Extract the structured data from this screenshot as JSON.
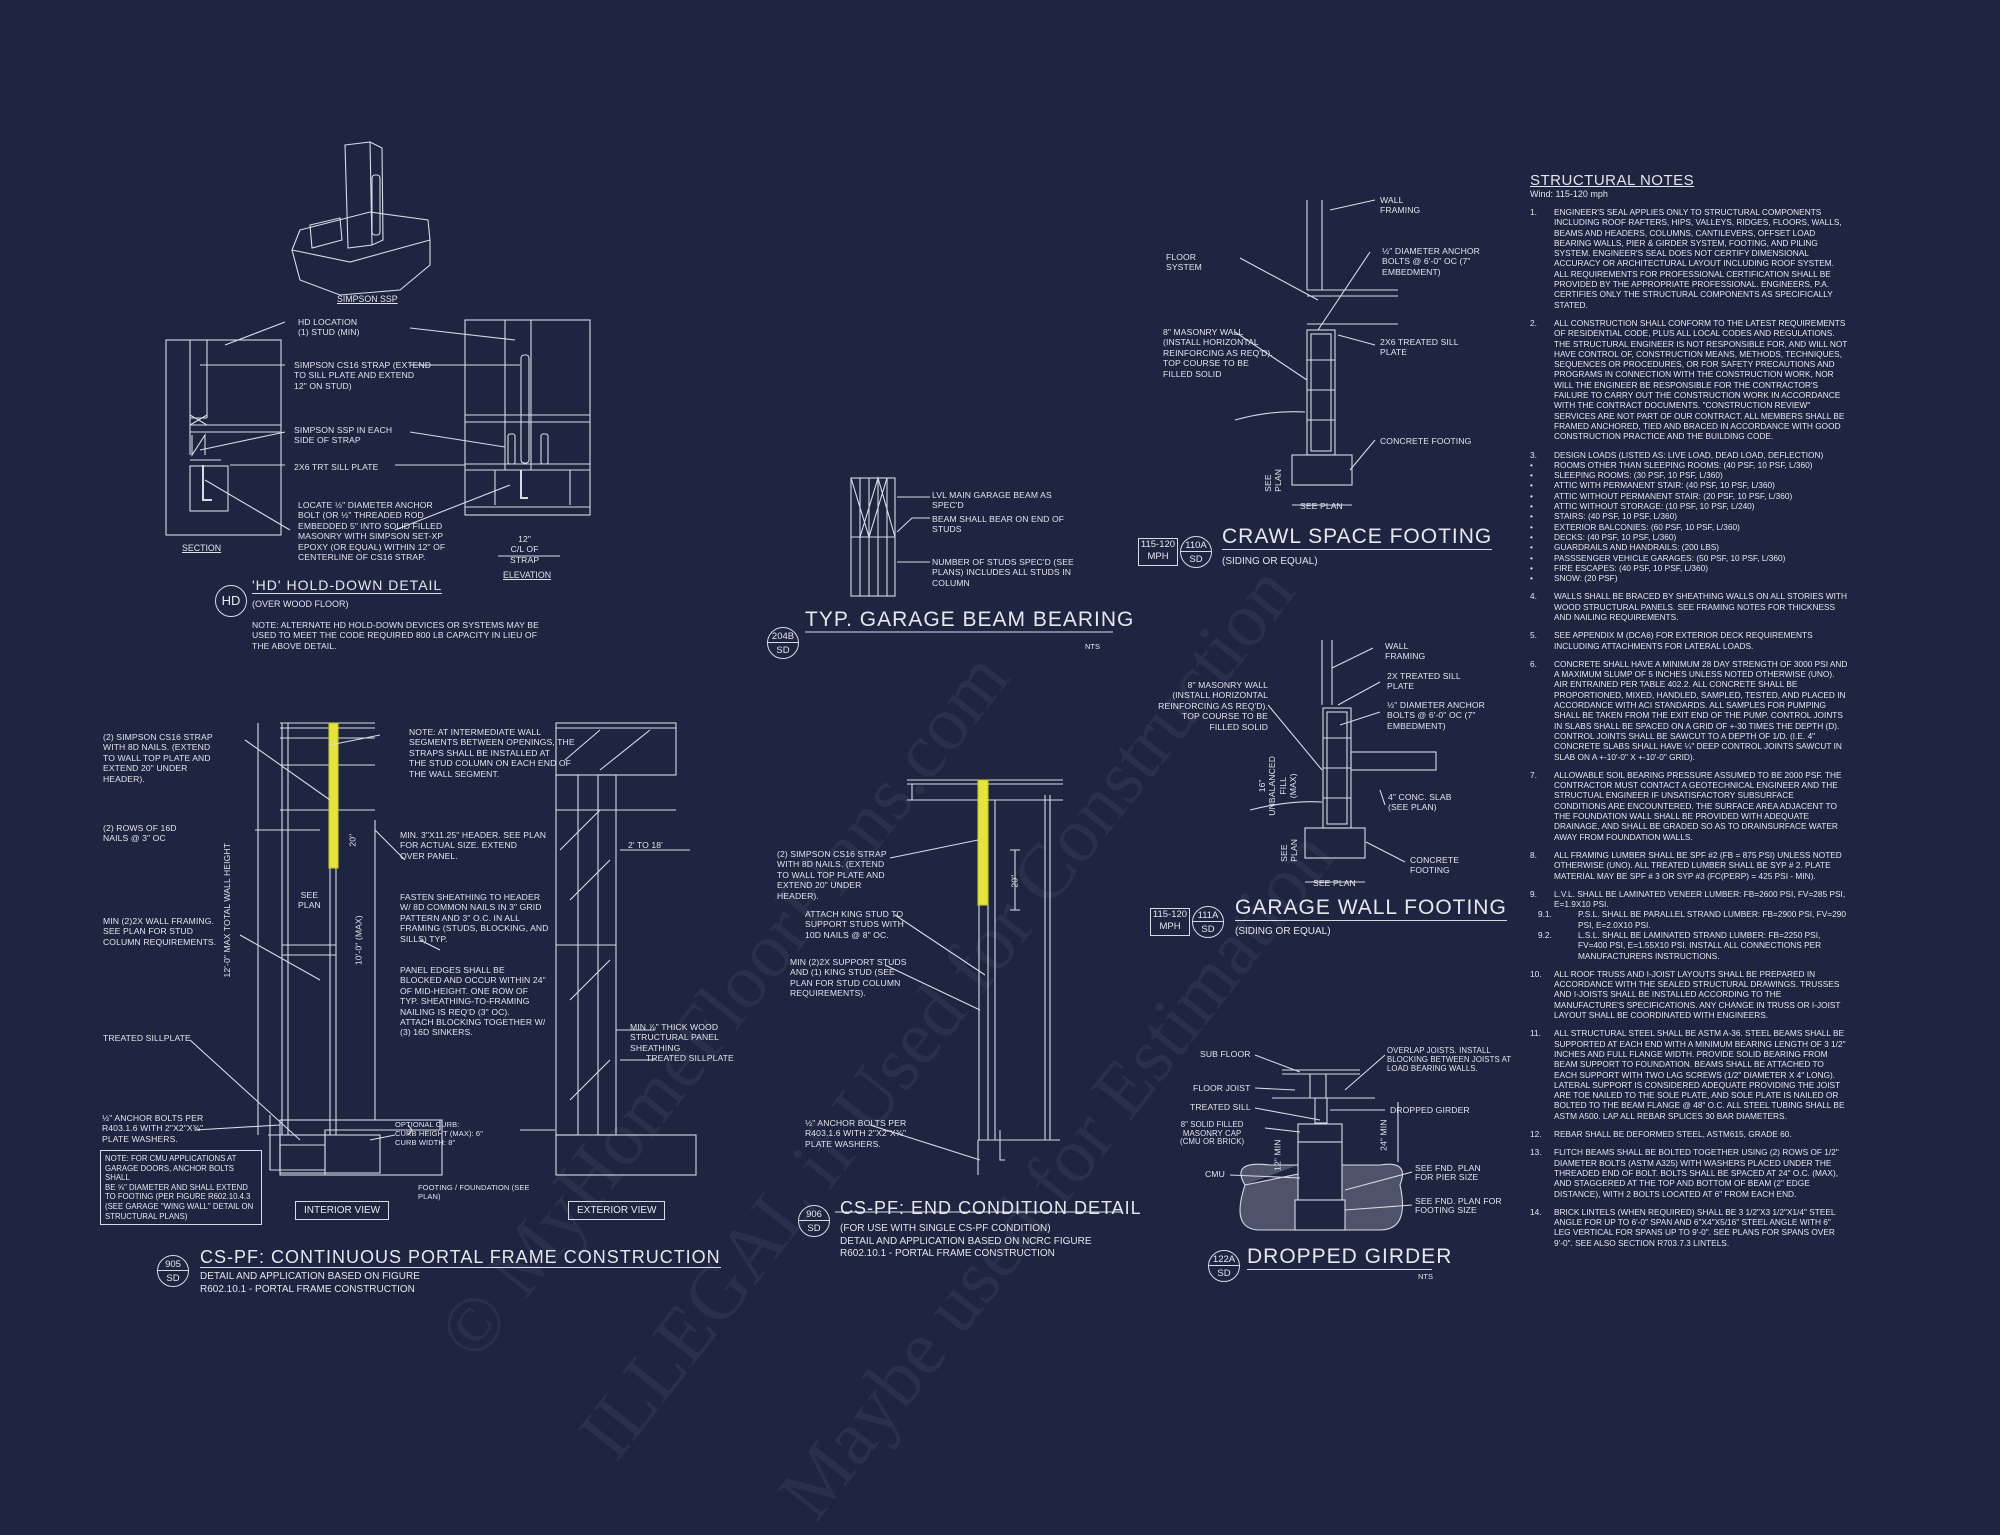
{
  "colors": {
    "background": "#1f2440",
    "linework": "#d8dbe6",
    "strap_highlight": "#e4e43c"
  },
  "watermark": [
    "© MyHomeFloorPlans.com",
    "ILLEGAL if Used for Construction",
    "Maybe used for Estimation"
  ],
  "hd": {
    "ssp_caption": "SIMPSON SSP",
    "labels": [
      "HD LOCATION\n(1) STUD (MIN)",
      "SIMPSON CS16 STRAP (EXTEND\nTO SILL PLATE AND EXTEND\n12\" ON STUD)",
      "SIMPSON SSP IN EACH\nSIDE OF STRAP",
      "2x6 TRT SILL PLATE",
      "LOCATE ½\" DIAMETER ANCHOR\nBOLT (OR ½\" THREADED ROD\nEMBEDDED 5\" INTO SOLID FILLED\nMASONRY WITH SIMPSON SET-XP\nEPOXY (OR EQUAL) WITHIN 12\" OF\nCENTERLINE OF CS16 STRAP.",
      "12\"\nC/L OF\nSTRAP"
    ],
    "section_caption": "SECTION",
    "elevation_caption": "ELEVATION",
    "bubble": "HD",
    "title": "'HD' HOLD-DOWN DETAIL",
    "subtitle": "(OVER WOOD FLOOR)",
    "note": "NOTE: ALTERNATE HD HOLD-DOWN DEVICES OR SYSTEMS MAY BE\nUSED TO MEET THE CODE REQUIRED 800 LB CAPACITY IN LIEU OF\nTHE ABOVE DETAIL."
  },
  "garage_beam": {
    "labels": [
      "LVL MAIN GARAGE BEAM  AS\nSPEC'D",
      "BEAM SHALL BEAR ON END OF\nSTUDS",
      "NUMBER OF STUDS SPEC'D (SEE\nPLANS) INCLUDES ALL STUDS IN\nCOLUMN"
    ],
    "bubble_top": "204B",
    "bubble_bottom": "SD",
    "title": "TYP. GARAGE BEAM BEARING",
    "scale": "NTS"
  },
  "crawl": {
    "labels": [
      "WALL\nFRAMING",
      "FLOOR\nSYSTEM",
      "½\" DIAMETER ANCHOR\nBOLTS @ 6'-0\" OC (7\"\nEMBEDMENT)",
      "8\" MASONRY WALL\n(INSTALL HORIZONTAL\nREINFORCING AS REQ'D).\nTOP COURSE TO BE\nFILLED SOLID",
      "2x6 TREATED SILL\nPLATE",
      "CONCRETE FOOTING",
      "SEE\nPLAN",
      "SEE PLAN"
    ],
    "wind": "115-120\nMPH",
    "bubble_top": "110A",
    "bubble_bottom": "SD",
    "title": "CRAWL SPACE FOOTING",
    "subtitle": "(SIDING OR EQUAL)"
  },
  "garage_wall": {
    "labels": [
      "WALL\nFRAMING",
      "2x TREATED SILL\nPLATE",
      "½\" DIAMETER ANCHOR\nBOLTS @ 6'-0\" OC (7\"\nEMBEDMENT)",
      "8\" MASONRY WALL\n(INSTALL HORIZONTAL\nREINFORCING AS REQ'D).\nTOP COURSE TO BE\nFILLED SOLID",
      "16\"\nUNBALANCED\nFILL\n(MAX)",
      "4\" CONC. SLAB\n(SEE PLAN)",
      "CONCRETE\nFOOTING",
      "SEE\nPLAN",
      "SEE PLAN"
    ],
    "wind": "115-120\nMPH",
    "bubble_top": "111A",
    "bubble_bottom": "SD",
    "title": "GARAGE WALL FOOTING",
    "subtitle": "(SIDING OR EQUAL)"
  },
  "girder": {
    "labels": [
      "SUB FLOOR",
      "FLOOR JOIST",
      "TREATED SILL",
      "8\" SOLID FILLED\nMASONRY CAP\n(CMU OR BRICK)",
      "CMU",
      "OVERLAP JOISTS. INSTALL\nBLOCKING BETWEEN JOISTS AT\nLOAD BEARING WALLS.",
      "DROPPED GIRDER",
      "SEE FND. PLAN\nFOR PIER SIZE",
      "SEE FND. PLAN FOR\nFOOTING SIZE",
      "24\" MIN",
      "12\" MIN"
    ],
    "bubble_top": "122A",
    "bubble_bottom": "SD",
    "title": "DROPPED GIRDER",
    "scale": "NTS"
  },
  "portal": {
    "labels": [
      "(2) SIMPSON CS16 STRAP\nWITH 8d NAILS. (EXTEND\nTO WALL TOP PLATE AND\nEXTEND 20\" UNDER\nHEADER).",
      "(2) ROWS OF 16d\nNAILS @ 3\" OC",
      "MIN (2)2X WALL FRAMING.\nSEE PLAN FOR STUD\nCOLUMN REQUIREMENTS.",
      "TREATED SILLPLATE",
      "½\" ANCHOR BOLTS PER\nR403.1.6 WITH 2\"x2\"x⅜\"\nPLATE WASHERS.",
      "NOTE: AT INTERMEDIATE WALL\nSEGMENTS BETWEEN OPENINGS, THE\nSTRAPS SHALL BE INSTALLED AT\nTHE STUD COLUMN ON EACH END OF\nTHE WALL SEGMENT.",
      "MIN. 3\"x11.25\" HEADER. SEE PLAN\nFOR ACTUAL SIZE. EXTEND\nOVER PANEL.",
      "FASTEN SHEATHING TO HEADER\nW/ 8d COMMON NAILS IN 3\" GRID\nPATTERN AND 3\" O.C. IN ALL\nFRAMING (STUDS, BLOCKING, AND\nSILLS) TYP.",
      "PANEL EDGES SHALL BE\nBLOCKED AND OCCUR WITHIN 24\"\nOF MID-HEIGHT.  ONE ROW OF\nTYP. SHEATHING-TO-FRAMING\nNAILING IS REQ'D (3\" OC).\nATTACH BLOCKING TOGETHER W/\n(3) 16d SINKERS.",
      "OPTIONAL CURB:\nCURB HEIGHT (MAX): 6\"\nCURB WIDTH: 8\"",
      "FOOTING / FOUNDATION (SEE\nPLAN)",
      "2' TO 18'",
      "MIN ⅞\" THICK WOOD\nSTRUCTURAL PANEL\nSHEATHING",
      "TREATED SILLPLATE",
      "SEE\nPLAN",
      "12'-0\" MAX TOTAL WALL HEIGHT",
      "10'-0\" (MAX)",
      "20\""
    ],
    "cmu_note": "NOTE: FOR CMU APPLICATIONS AT\nGARAGE DOORS, ANCHOR BOLTS SHALL\nBE ⅝\" DIAMETER AND SHALL EXTEND\nTO FOOTING (PER  FIGURE R602.10.4.3\n(SEE GARAGE \"WING WALL\" DETAIL ON\nSTRUCTURAL PLANS)",
    "interior_view": "INTERIOR VIEW",
    "exterior_view": "EXTERIOR VIEW",
    "bubble_top": "905",
    "bubble_bottom": "SD",
    "title": "CS-PF: CONTINUOUS PORTAL FRAME CONSTRUCTION",
    "subtitle": "DETAIL AND APPLICATION BASED ON  FIGURE\nR602.10.1 - PORTAL FRAME CONSTRUCTION"
  },
  "end_condition": {
    "labels": [
      "(2) SIMPSON CS16 STRAP\nWITH 8d NAILS. (EXTEND\nTO WALL TOP PLATE AND\nEXTEND 20\" UNDER\nHEADER).",
      "ATTACH KING STUD TO\nSUPPORT STUDS WITH\n10d NAILS @ 8\" OC.",
      "MIN (2)2X SUPPORT STUDS\nAND (1) KING STUD (SEE\nPLAN FOR STUD COLUMN\nREQUIREMENTS).",
      "½\" ANCHOR BOLTS PER\nR403.1.6 WITH 2\"x2\"x⅜\"\nPLATE WASHERS.",
      "20\""
    ],
    "bubble_top": "906",
    "bubble_bottom": "SD",
    "title": "CS-PF: END CONDITION DETAIL",
    "subtitle": "(FOR USE WITH SINGLE CS-PF CONDITION)\nDETAIL AND APPLICATION BASED ON NCRC FIGURE\nR602.10.1 - PORTAL FRAME CONSTRUCTION"
  },
  "notes": {
    "title": "STRUCTURAL NOTES",
    "wind": "Wind: 115-120 mph",
    "items": [
      {
        "num": "1.",
        "text": "ENGINEER'S SEAL APPLIES ONLY TO STRUCTURAL COMPONENTS INCLUDING ROOF RAFTERS, HIPS, VALLEYS, RIDGES, FLOORS, WALLS, BEAMS AND HEADERS, COLUMNS, CANTILEVERS, OFFSET LOAD BEARING WALLS, PIER & GIRDER SYSTEM, FOOTING, AND PILING SYSTEM.  ENGINEER'S SEAL DOES NOT CERTIFY DIMENSIONAL ACCURACY OR ARCHITECTURAL LAYOUT INCLUDING ROOF SYSTEM. ALL REQUIREMENTS FOR PROFESSIONAL CERTIFICATION SHALL BE PROVIDED BY THE APPROPRIATE PROFESSIONAL.  ENGINEERS, P.A. CERTIFIES ONLY THE STRUCTURAL COMPONENTS AS SPECIFICALLY STATED."
      },
      {
        "num": "2.",
        "text": "ALL CONSTRUCTION SHALL CONFORM TO THE LATEST REQUIREMENTS OF RESIDENTIAL CODE, PLUS ALL LOCAL CODES AND REGULATIONS. THE STRUCTURAL ENGINEER IS NOT RESPONSIBLE FOR, AND WILL NOT HAVE CONTROL OF, CONSTRUCTION MEANS, METHODS, TECHNIQUES, SEQUENCES OR PROCEDURES, OR FOR SAFETY PRECAUTIONS AND PROGRAMS IN CONNECTION WITH THE CONSTRUCTION WORK, NOR WILL THE ENGINEER BE RESPONSIBLE FOR THE CONTRACTOR'S FAILURE TO CARRY OUT THE CONSTRUCTION WORK IN ACCORDANCE WITH THE CONTRACT DOCUMENTS. \"CONSTRUCTION REVIEW\" SERVICES ARE NOT PART OF OUR CONTRACT. ALL MEMBERS SHALL BE FRAMED ANCHORED, TIED AND BRACED IN ACCORDANCE WITH GOOD CONSTRUCTION PRACTICE AND THE BUILDING CODE."
      },
      {
        "num": "3.",
        "text": "DESIGN LOADS (LISTED AS: LIVE LOAD, DEAD LOAD, DEFLECTION)",
        "bullets": [
          "ROOMS OTHER THAN SLEEPING ROOMS: (40 PSF, 10 PSF, L/360)",
          "SLEEPING ROOMS: (30 PSF, 10 PSF, L/360)",
          "ATTIC WITH PERMANENT STAIR: (40 PSF, 10 PSF, L/360)",
          "ATTIC WITHOUT PERMANENT STAIR: (20 PSF, 10 PSF, L/360)",
          "ATTIC WITHOUT STORAGE: (10 PSF, 10 PSF, L/240)",
          "STAIRS: (40 PSF, 10 PSF, L/360)",
          "EXTERIOR BALCONIES: (60 PSF, 10 PSF, L/360)",
          "DECKS: (40 PSF, 10 PSF, L/360)",
          "GUARDRAILS AND HANDRAILS: (200 LBS)",
          "PASSSENGER VEHICLE GARAGES: (50 PSF, 10 PSF, L/360)",
          "FIRE ESCAPES: (40 PSF, 10 PSF, L/360)",
          "SNOW: (20 PSF)"
        ]
      },
      {
        "num": "4.",
        "text": "WALLS SHALL BE BRACED BY SHEATHING WALLS ON ALL STORIES WITH WOOD STRUCTURAL PANELS. SEE FRAMING NOTES FOR THICKNESS AND NAILING REQUIREMENTS."
      },
      {
        "num": "5.",
        "text": "SEE APPENDIX M (DCA6) FOR EXTERIOR DECK REQUIREMENTS INCLUDING ATTACHMENTS FOR LATERAL LOADS."
      },
      {
        "num": "6.",
        "text": "CONCRETE SHALL HAVE A MINIMUM 28 DAY STRENGTH OF 3000 PSI AND A MAXIMUM SLUMP OF 5 INCHES UNLESS NOTED OTHERWISE (UNO). AIR ENTRAINED PER TABLE 402.2. ALL CONCRETE SHALL BE PROPORTIONED, MIXED, HANDLED, SAMPLED, TESTED, AND PLACED IN ACCORDANCE WITH ACI STANDARDS. ALL SAMPLES FOR PUMPING SHALL BE TAKEN FROM THE EXIT END OF THE PUMP. CONTROL JOINTS IN SLABS SHALL BE SPACED ON A GRID OF +-30 TIMES THE DEPTH (D). CONTROL JOINTS SHALL BE SAWCUT TO A DEPTH OF 1/D. (I.E. 4\" CONCRETE SLABS SHALL HAVE ¼\" DEEP CONTROL JOINTS SAWCUT IN SLAB ON A +-10'-0\" x +-10'-0\" GRID)."
      },
      {
        "num": "7.",
        "text": "ALLOWABLE SOIL BEARING PRESSURE ASSUMED TO BE 2000 PSF. THE CONTRACTOR MUST CONTACT A GEOTECHNICAL ENGINEER AND THE STRUCTUAL ENGINEER IF UNSATISFACTORY SUBSURFACE CONDITIONS ARE ENCOUNTERED. THE SURFACE AREA ADJACENT TO THE FOUNDATION WALL SHALL BE PROVIDED WITH ADEQUATE DRAINAGE, AND SHALL BE GRADED SO AS TO DRAINSURFACE WATER AWAY FROM FOUNDATION WALLS."
      },
      {
        "num": "8.",
        "text": "ALL FRAMING LUMBER SHALL BE SPF #2 (Fb = 875 PSI) UNLESS NOTED OTHERWISE (UNO). ALL TREATED LUMBER SHALL BE SYP # 2. PLATE MATERIAL MAY BE SPF # 3 OR SYP #3 (Fc(perp) = 425 PSI - MIN)."
      },
      {
        "num": "9.",
        "text": "L.V.L.  SHALL BE LAMINATED VENEER LUMBER: Fb=2600 PSI, Fv=285 PSI, E=1.9x10  PSI.",
        "subs": [
          {
            "num": "9.1.",
            "text": "P.S.L.  SHALL BE PARALLEL STRAND LUMBER: Fb=2900 PSI, Fv=290 PSI, E=2.0x10  PSI."
          },
          {
            "num": "9.2.",
            "text": "L.S.L.  SHALL BE LAMINATED STRAND LUMBER: Fb=2250 PSI, Fv=400 PSI, E=1.55x10  PSI. INSTALL ALL CONNECTIONS PER MANUFACTURERS INSTRUCTIONS."
          }
        ]
      },
      {
        "num": "10.",
        "text": "ALL ROOF TRUSS AND I-JOIST LAYOUTS SHALL BE PREPARED IN ACCORDANCE WITH THE SEALED STRUCTURAL DRAWINGS. TRUSSES AND I-JOISTS SHALL BE INSTALLED ACCORDING TO THE MANUFACTURE'S SPECIFICATIONS. ANY CHANGE IN TRUSS OR I-JOIST LAYOUT SHALL BE COORDINATED WITH  ENGINEERS."
      },
      {
        "num": "11.",
        "text": "ALL STRUCTURAL STEEL SHALL BE ASTM A-36. STEEL BEAMS SHALL BE SUPPORTED AT EACH END WITH A MINIMUM BEARING LENGTH OF 3 1/2\" INCHES AND FULL FLANGE WIDTH. PROVIDE SOLID BEARING FROM BEAM SUPPORT TO FOUNDATION.  BEAMS SHALL BE ATTACHED TO EACH SUPPORT WITH TWO LAG SCREWS (1/2\" DIAMETER x 4\" LONG). LATERAL SUPPORT IS CONSIDERED ADEQUATE PROVIDING THE JOIST ARE TOE NAILED TO THE SOLE PLATE, AND SOLE PLATE IS NAILED OR BOLTED TO THE BEAM FLANGE @ 48\" O.C. ALL STEEL TUBING SHALL BE ASTM A500. LAP ALL REBAR SPLICES 30 BAR DIAMETERS."
      },
      {
        "num": "12.",
        "text": "REBAR SHALL BE DEFORMED STEEL, ASTM615, GRADE 60."
      },
      {
        "num": "13.",
        "text": "FLITCH BEAMS SHALL BE BOLTED TOGETHER USING (2) ROWS OF 1/2\" DIAMETER BOLTS (ASTM A325) WITH WASHERS PLACED UNDER THE THREADED END OF BOLT. BOLTS SHALL BE SPACED AT 24\" O.C. (MAX), AND STAGGERED AT THE TOP AND BOTTOM OF BEAM (2\" EDGE DISTANCE), WITH 2 BOLTS LOCATED AT 6\" FROM EACH END."
      },
      {
        "num": "14.",
        "text": "BRICK LINTELS (WHEN REQUIRED) SHALL BE 3 1/2\"x3 1/2\"x1/4\" STEEL ANGLE FOR UP TO 6'-0\" SPAN AND 6\"x4\"x5/16\" STEEL ANGLE WITH 6\" LEG VERTICAL FOR SPANS UP TO 9'-0\". SEE PLANS FOR SPANS OVER 9'-0\". SEE ALSO SECTION R703.7.3 LINTELS."
      }
    ]
  }
}
